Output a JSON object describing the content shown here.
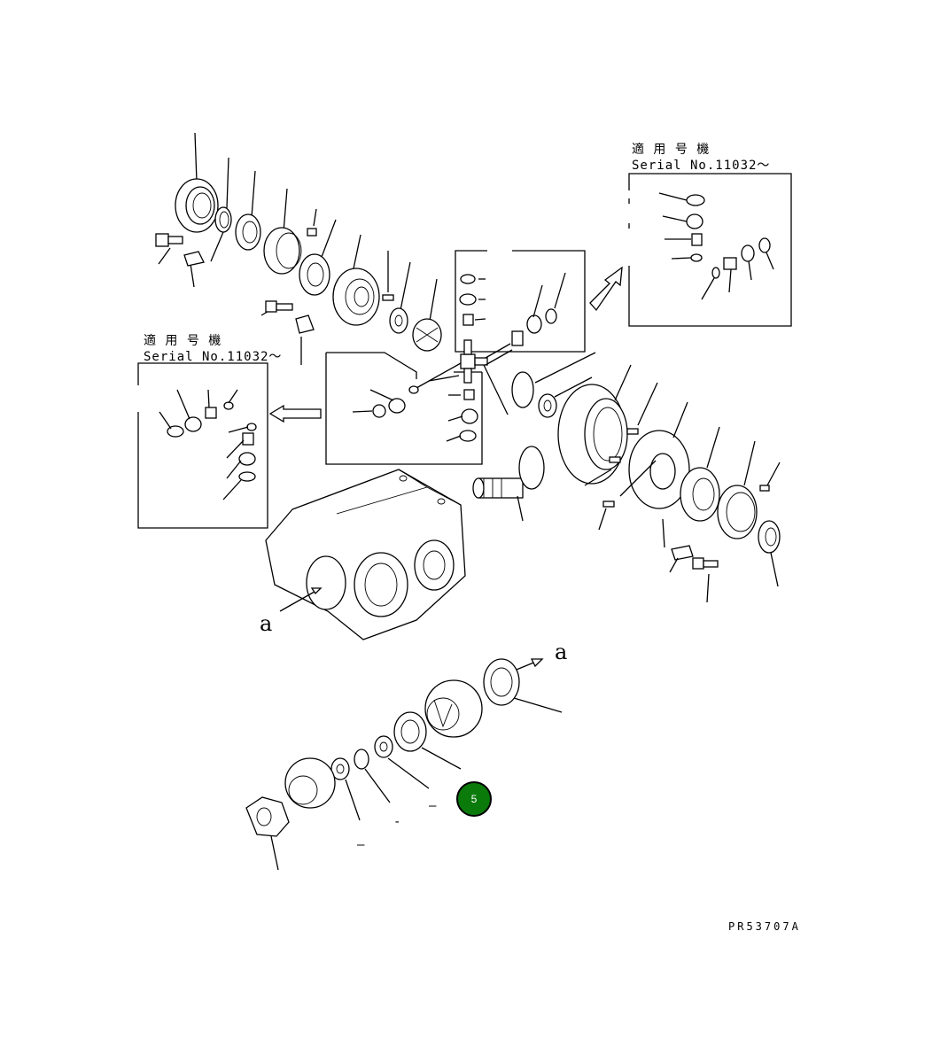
{
  "serial_note_right": {
    "line1": "適 用 号 機",
    "line2": "Serial No.11032～"
  },
  "serial_note_left": {
    "line1": "適 用 号 機",
    "line2": "Serial No.11032～"
  },
  "view_label_left": "a",
  "view_label_right": "a",
  "drawing_code": "PR53707A",
  "callout_badge": {
    "number": "5",
    "color": "#0a7a0a"
  },
  "minor_marks": [
    "–",
    "-",
    "–"
  ]
}
